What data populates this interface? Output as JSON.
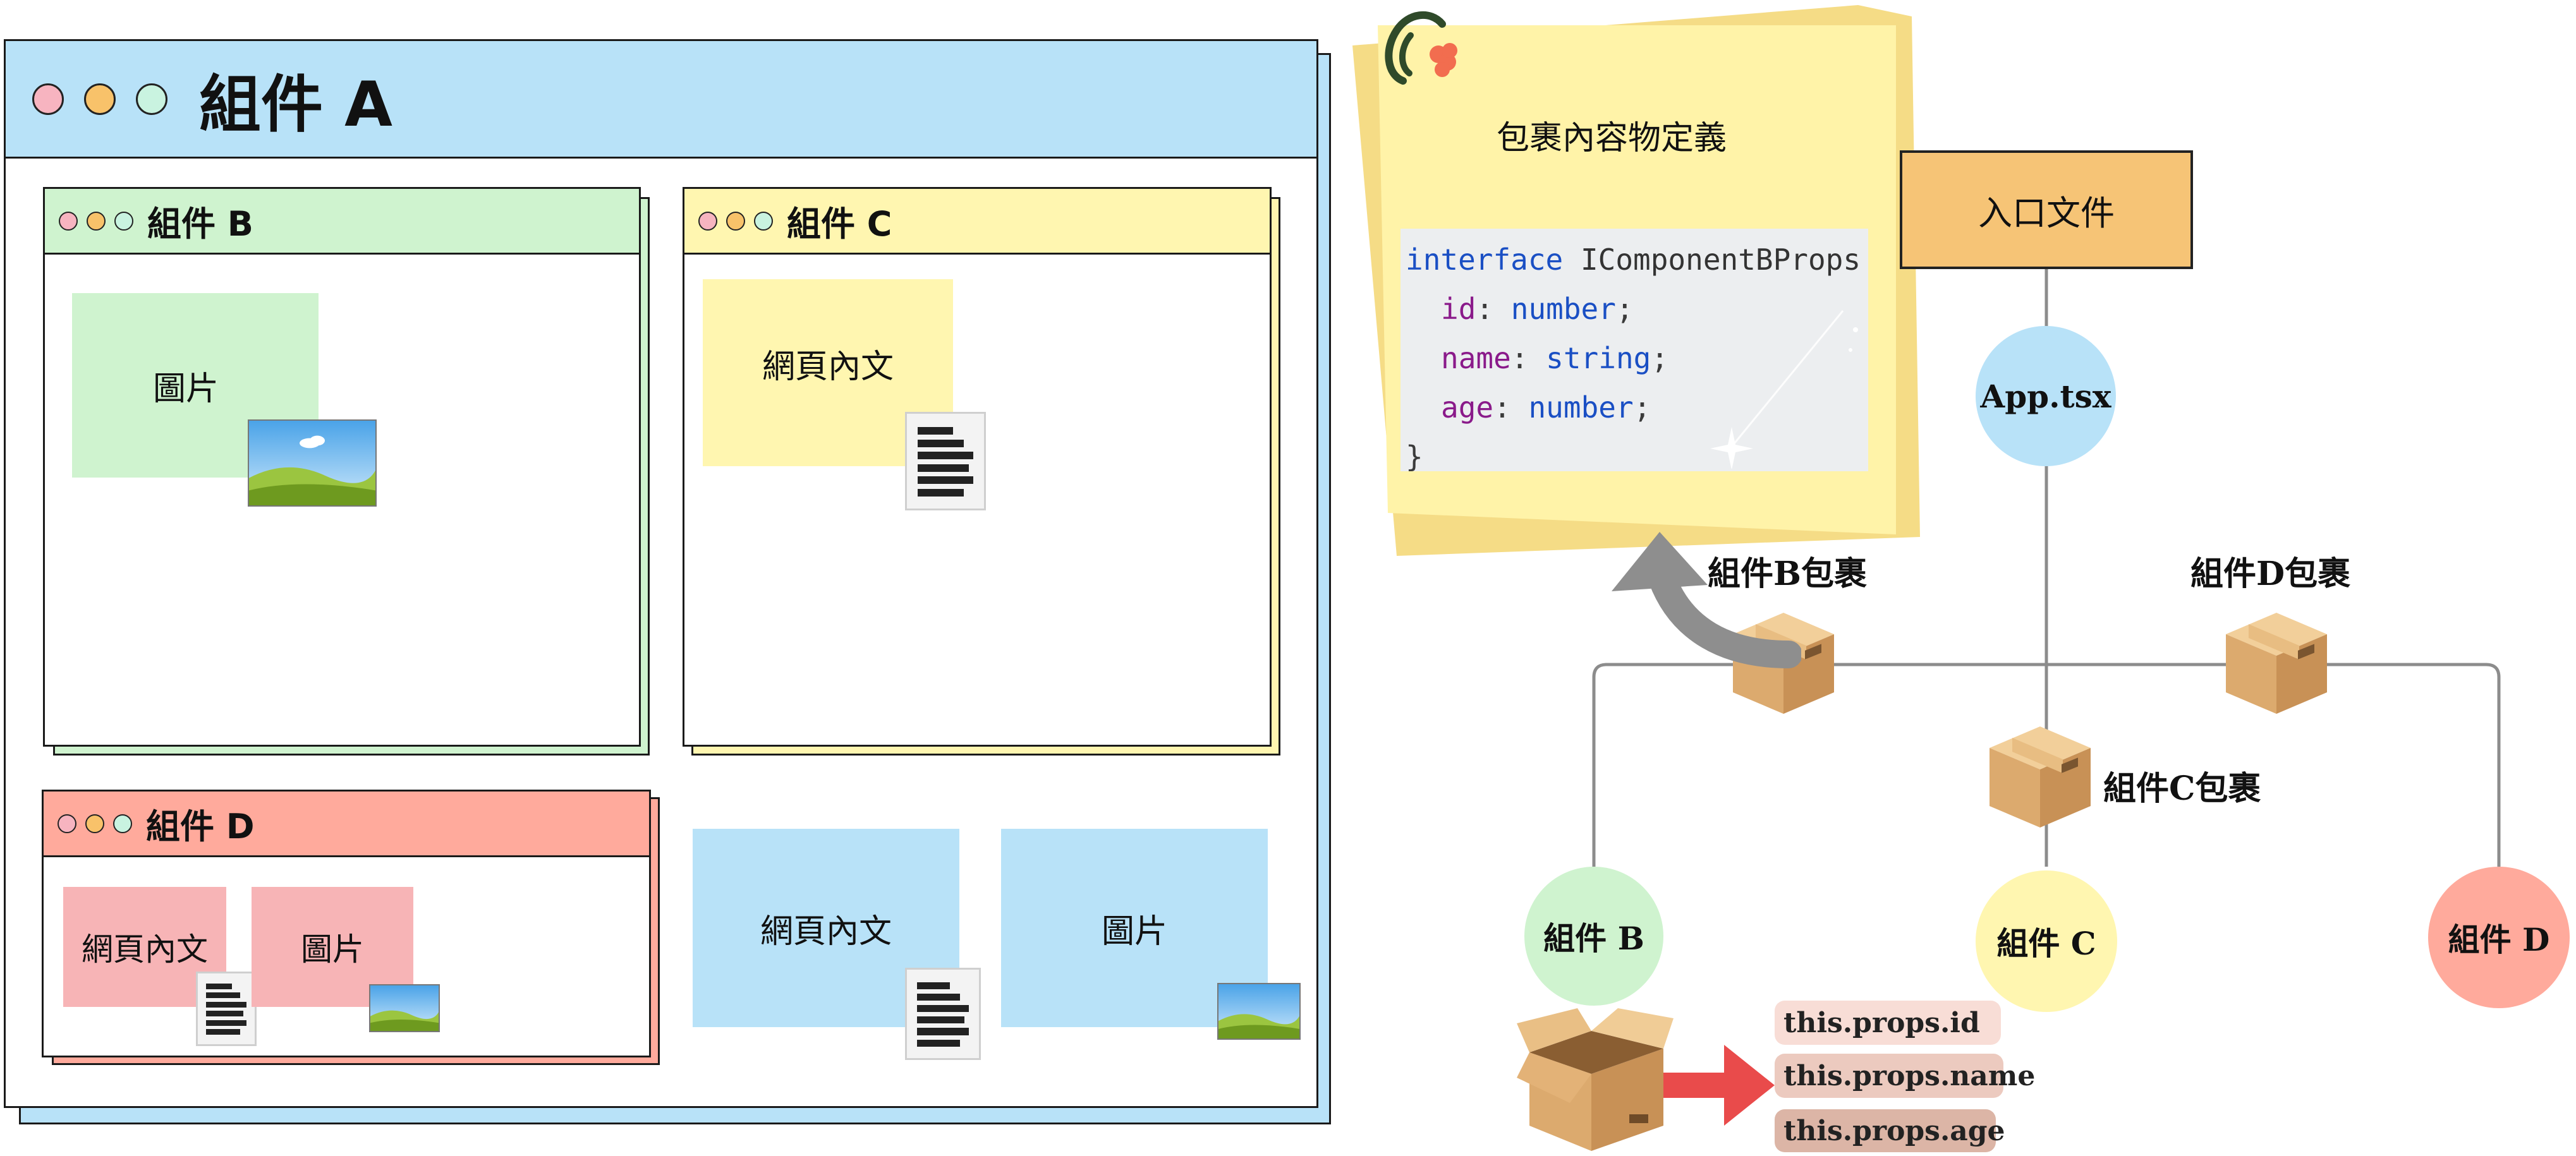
{
  "component_a": {
    "title": "組件 A"
  },
  "component_b": {
    "title": "組件 B",
    "image_label": "圖片"
  },
  "component_c": {
    "title": "組件 C",
    "text_label": "網頁內文"
  },
  "component_d": {
    "title": "組件 D",
    "text_label": "網頁內文",
    "image_label": "圖片"
  },
  "a_extra": {
    "text_label": "網頁內文",
    "image_label": "圖片"
  },
  "sticky_note": {
    "title": "包裹內容物定義",
    "code": {
      "line1_keyword": "interface",
      "line1_name": "IComponentBProps",
      "props": [
        {
          "key": "id",
          "type": "number"
        },
        {
          "key": "name",
          "type": "string"
        },
        {
          "key": "age",
          "type": "number"
        }
      ],
      "close": "}"
    }
  },
  "tree": {
    "entry_label": "入口文件",
    "root": "App.tsx",
    "package_b": "組件B包裹",
    "package_c": "組件C包裹",
    "package_d": "組件D包裹",
    "node_b": "組件 B",
    "node_c": "組件 C",
    "node_d": "組件 D"
  },
  "props_list": [
    "this.props.id",
    "this.props.name",
    "this.props.age"
  ],
  "colors": {
    "blue": "#b8e2f8",
    "green": "#cff3cf",
    "yellow": "#fff6b0",
    "salmon": "#ffaa9c",
    "pink": "#f7b4b6",
    "entry": "#f6c476",
    "note": "#fff3a8",
    "arrow_red": "#e94b4b"
  }
}
